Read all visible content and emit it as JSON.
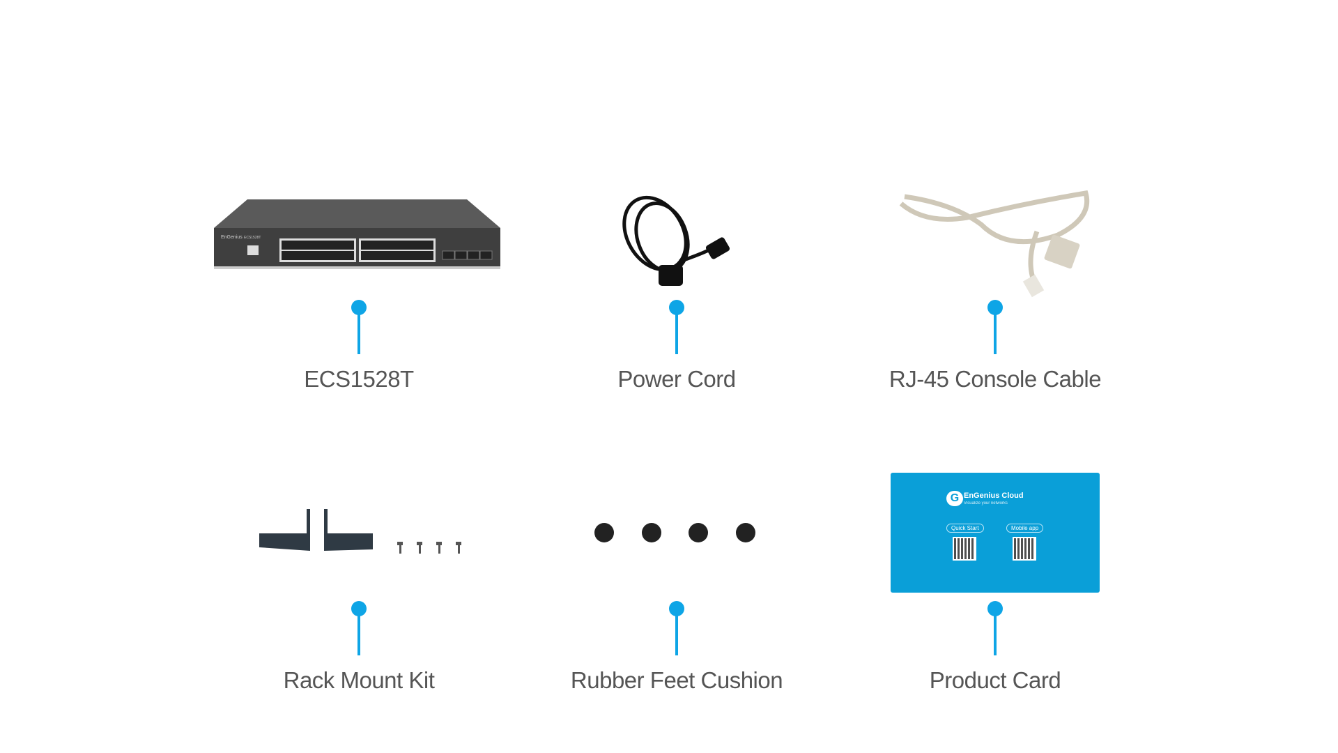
{
  "items": [
    {
      "label": "ECS1528T",
      "image": "network-switch"
    },
    {
      "label": "Power Cord",
      "image": "power-cord"
    },
    {
      "label": "RJ-45 Console Cable",
      "image": "console-cable"
    },
    {
      "label": "Rack Mount Kit",
      "image": "rack-mount-brackets"
    },
    {
      "label": "Rubber Feet Cushion",
      "image": "rubber-feet"
    },
    {
      "label": "Product Card",
      "image": "product-card"
    }
  ],
  "switch": {
    "brand": "EnGenius",
    "model": "ECS1528T"
  },
  "card": {
    "brand": "EnGenius Cloud",
    "tagline": "Visualize your networks",
    "quick_start": "Quick Start",
    "mobile_app": "Mobile app"
  },
  "colors": {
    "accent": "#0ea5e6",
    "card": "#0a9fd8",
    "label": "#555555"
  }
}
